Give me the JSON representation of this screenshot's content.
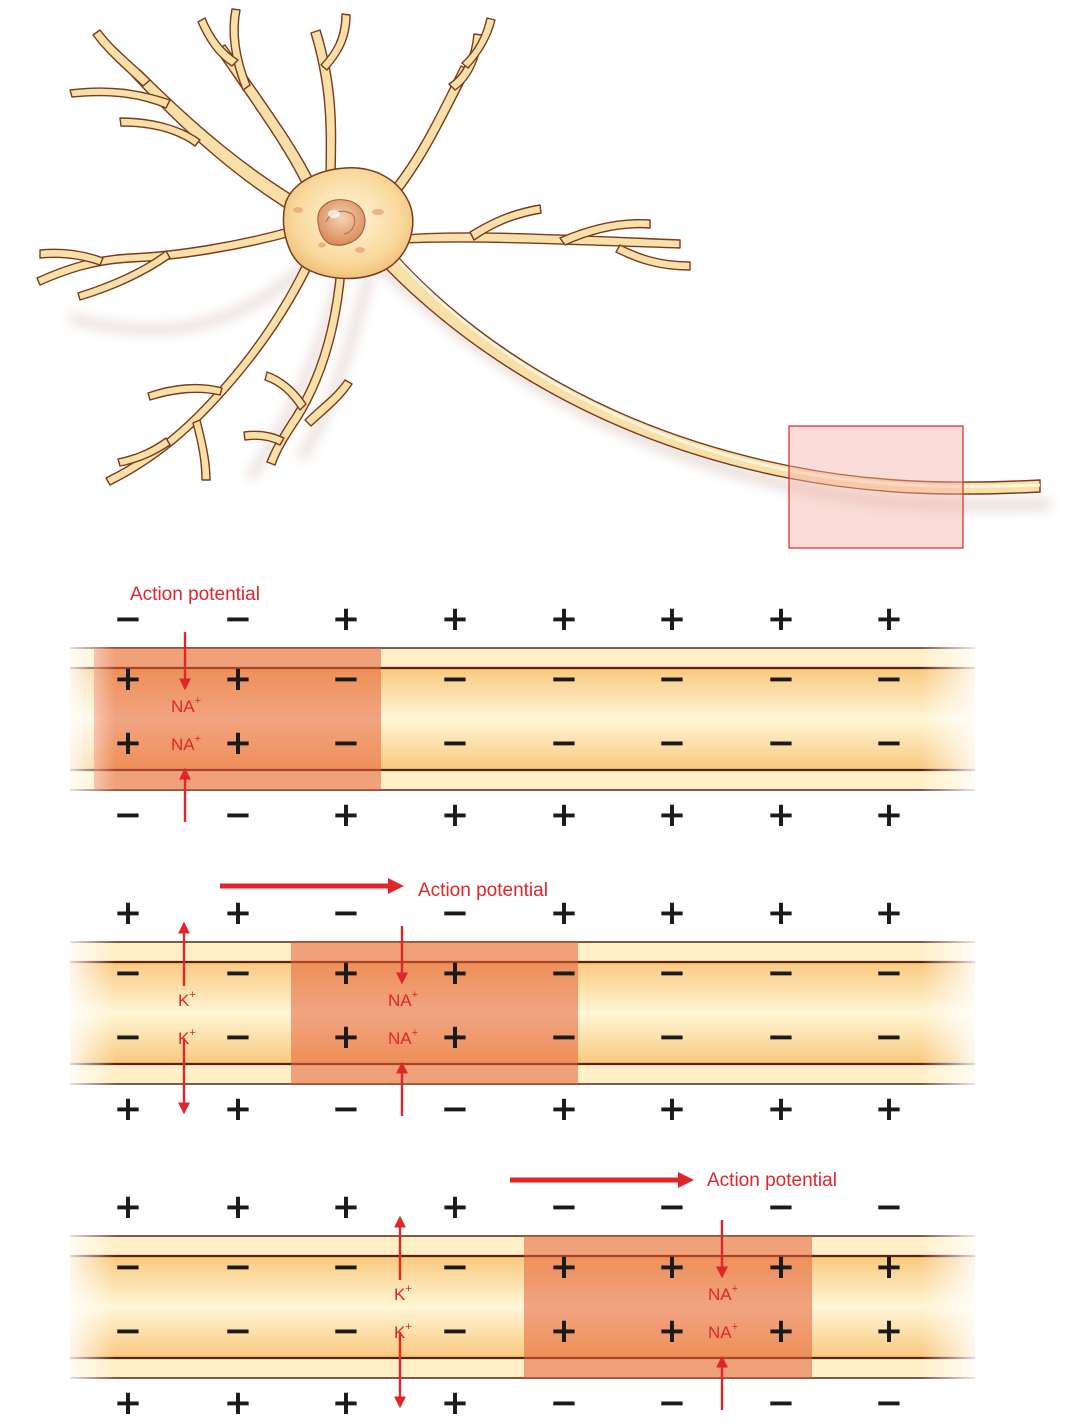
{
  "label_color": "#e0262b",
  "neuron_fill": "#f9dfa8",
  "panels": [
    {
      "title": "Action potential",
      "has_arrow": false,
      "outer_top": [
        "−",
        "−",
        "+",
        "+",
        "+",
        "+",
        "+",
        "+"
      ],
      "inner_top": [
        "+",
        "+",
        "−",
        "−",
        "−",
        "−",
        "−",
        "−"
      ],
      "inner_bottom": [
        "+",
        "+",
        "−",
        "−",
        "−",
        "−",
        "−",
        "−"
      ],
      "outer_bottom": [
        "−",
        "−",
        "+",
        "+",
        "+",
        "+",
        "+",
        "+"
      ],
      "ions": [
        {
          "base": "NA",
          "sup": "+"
        },
        {
          "base": "NA",
          "sup": "+"
        }
      ]
    },
    {
      "title": "Action potential",
      "has_arrow": true,
      "outer_top": [
        "+",
        "+",
        "−",
        "−",
        "+",
        "+",
        "+",
        "+"
      ],
      "inner_top": [
        "−",
        "−",
        "+",
        "+",
        "−",
        "−",
        "−",
        "−"
      ],
      "inner_bottom": [
        "−",
        "−",
        "+",
        "+",
        "−",
        "−",
        "−",
        "−"
      ],
      "outer_bottom": [
        "+",
        "+",
        "−",
        "−",
        "+",
        "+",
        "+",
        "+"
      ],
      "ions": [
        {
          "base": "K",
          "sup": "+"
        },
        {
          "base": "K",
          "sup": "+"
        },
        {
          "base": "NA",
          "sup": "+"
        },
        {
          "base": "NA",
          "sup": "+"
        }
      ]
    },
    {
      "title": "Action potential",
      "has_arrow": true,
      "outer_top": [
        "+",
        "+",
        "+",
        "+",
        "−",
        "−",
        "−",
        "−"
      ],
      "inner_top": [
        "−",
        "−",
        "−",
        "−",
        "+",
        "+",
        "+",
        "+"
      ],
      "inner_bottom": [
        "−",
        "−",
        "−",
        "−",
        "+",
        "+",
        "+",
        "+"
      ],
      "outer_bottom": [
        "+",
        "+",
        "+",
        "+",
        "−",
        "−",
        "−",
        "−"
      ],
      "ions": [
        {
          "base": "K",
          "sup": "+"
        },
        {
          "base": "K",
          "sup": "+"
        },
        {
          "base": "NA",
          "sup": "+"
        },
        {
          "base": "NA",
          "sup": "+"
        }
      ]
    }
  ]
}
